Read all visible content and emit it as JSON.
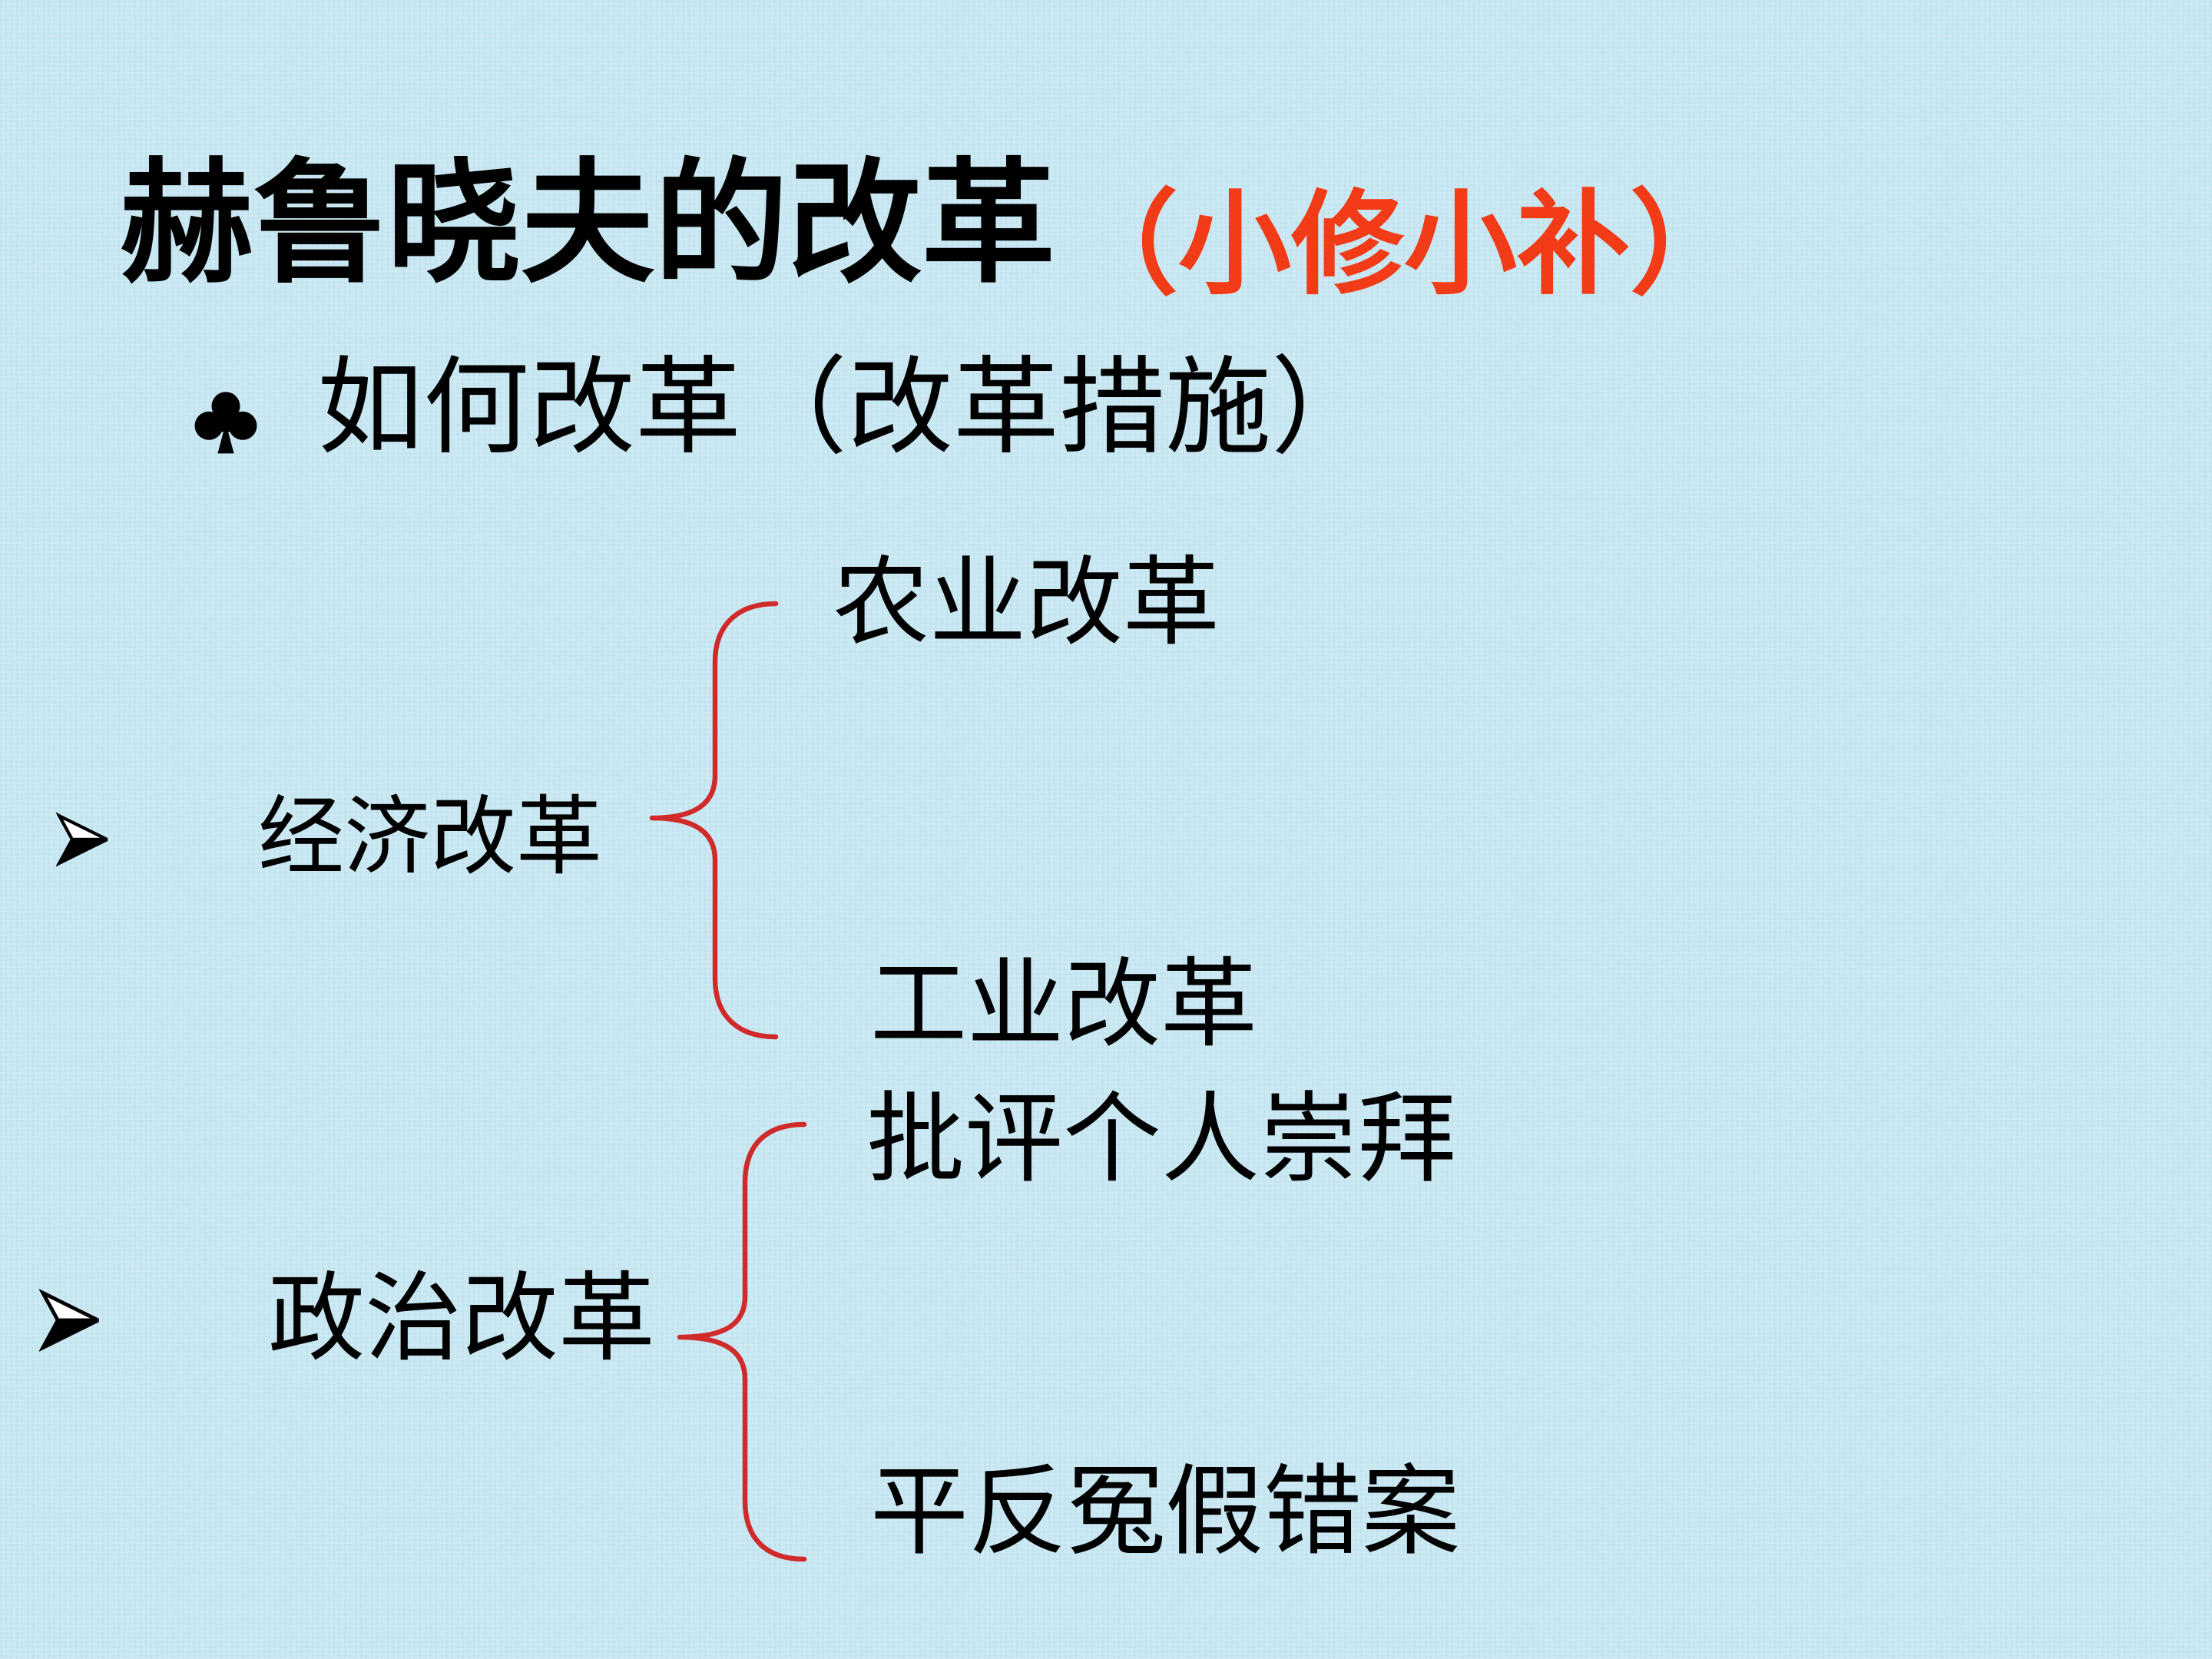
{
  "slide": {
    "title": "赫鲁晓夫的改革",
    "title_note": "（小修小补）",
    "subheading_bullet_icon": "club-icon",
    "subheading": "如何改革（改革措施）",
    "branch_bullet_icon": "arrow-bullet-icon",
    "branches": [
      {
        "label": "经济改革",
        "items": [
          "农业改革",
          "工业改革"
        ]
      },
      {
        "label": "政治改革",
        "items": [
          "批评个人崇拜",
          "平反冤假错案"
        ]
      }
    ]
  },
  "colors": {
    "background": "#c7e7f2",
    "text": "#000000",
    "title_note": "#f23c17",
    "brace": "#d02a2a"
  }
}
